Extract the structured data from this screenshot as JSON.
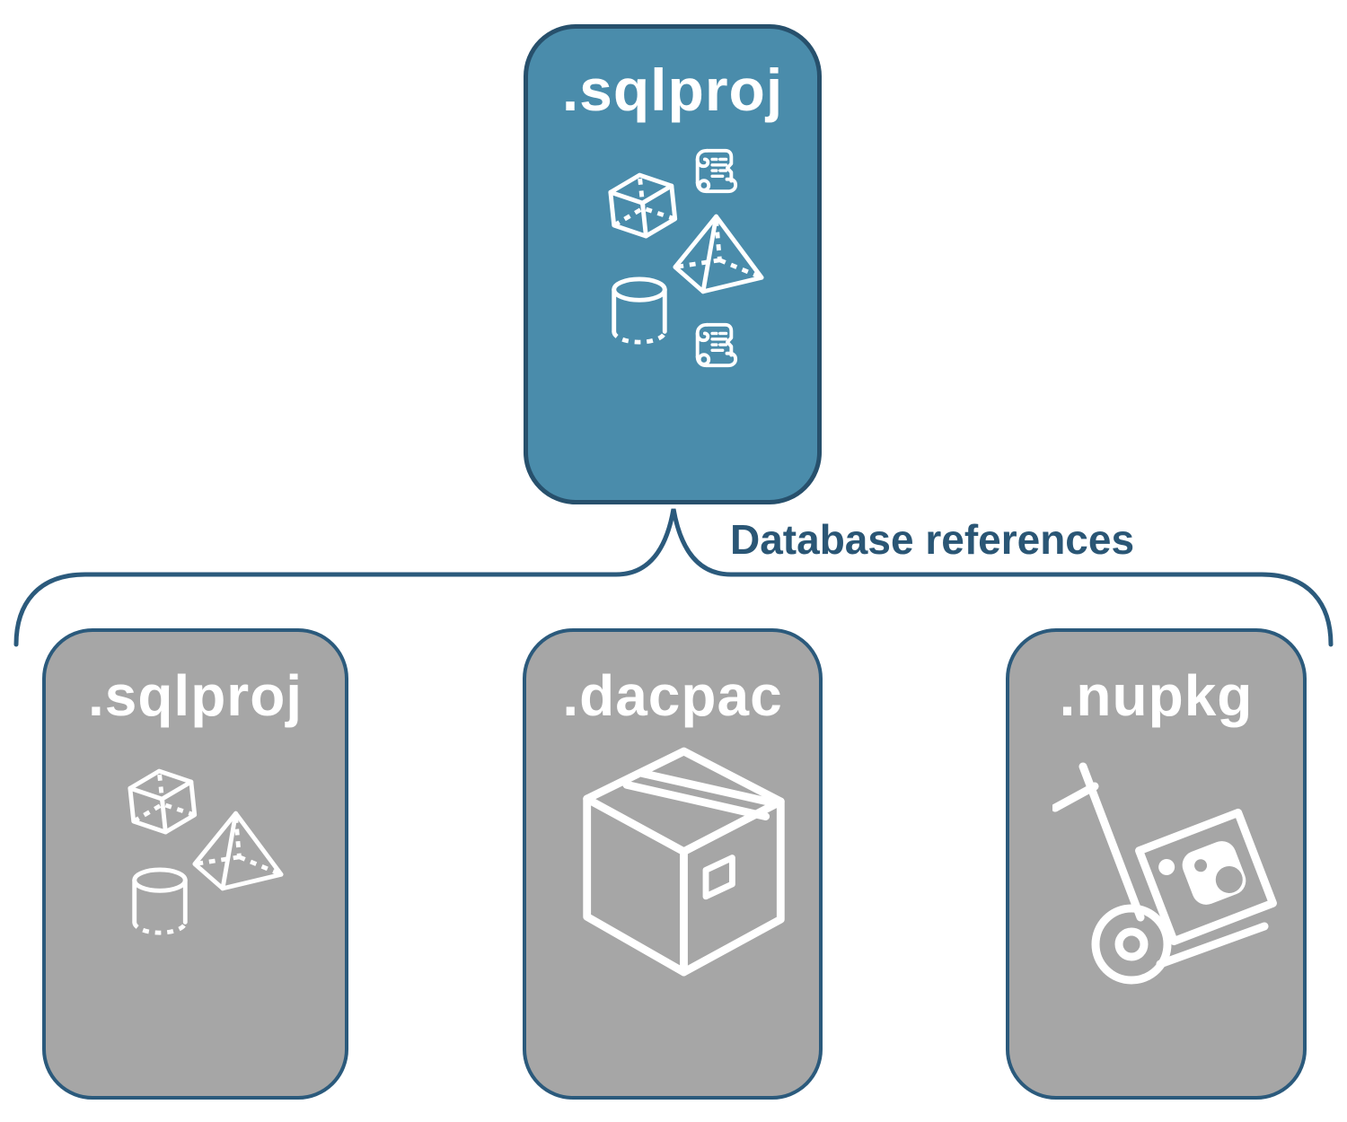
{
  "colors": {
    "background": "#ffffff",
    "root_node_fill": "#4a8cab",
    "root_node_border": "#27506c",
    "child_node_fill": "#a6a6a6",
    "child_node_border": "#2b5a7c",
    "connector_line": "#2b5a7c",
    "connector_label_text": "#2a5675",
    "node_label_text": "#ffffff",
    "icon_stroke": "#ffffff"
  },
  "root_node": {
    "label": ".sqlproj",
    "icons": [
      "scroll-icon",
      "cube-icon",
      "pyramid-icon",
      "cylinder-icon",
      "scroll-icon"
    ]
  },
  "connector": {
    "label": "Database references",
    "shape": "curly-brace"
  },
  "child_nodes": [
    {
      "label": ".sqlproj",
      "icons": [
        "cube-icon",
        "pyramid-icon",
        "cylinder-icon"
      ]
    },
    {
      "label": ".dacpac",
      "icons": [
        "package-box-icon"
      ]
    },
    {
      "label": ".nupkg",
      "icons": [
        "nuget-hand-truck-icon"
      ]
    }
  ]
}
